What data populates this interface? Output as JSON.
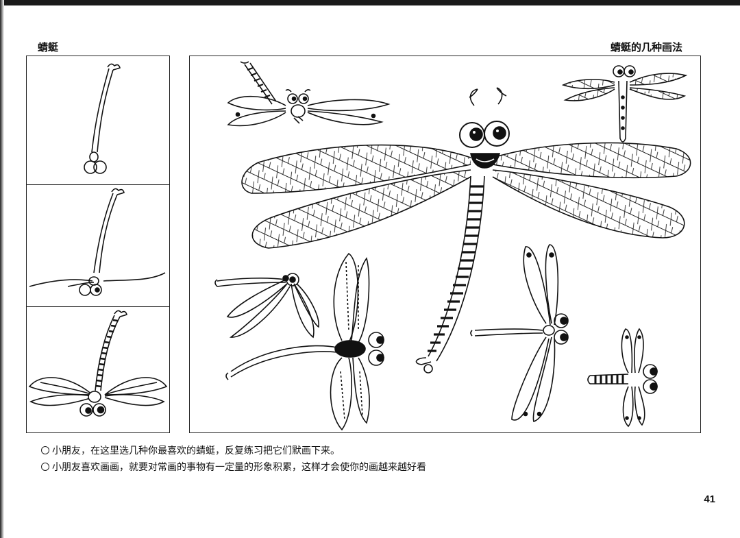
{
  "header": {
    "left_title": "蜻蜓",
    "right_title": "蜻蜓的几种画法"
  },
  "notes": [
    "小朋友，在这里选几种你最喜欢的蜻蜓，反复练习把它们默画下来。",
    "小朋友喜欢画画，就要对常画的事物有一定量的形象积累，这样才会使你的画越来越好看"
  ],
  "page_number": "41"
}
